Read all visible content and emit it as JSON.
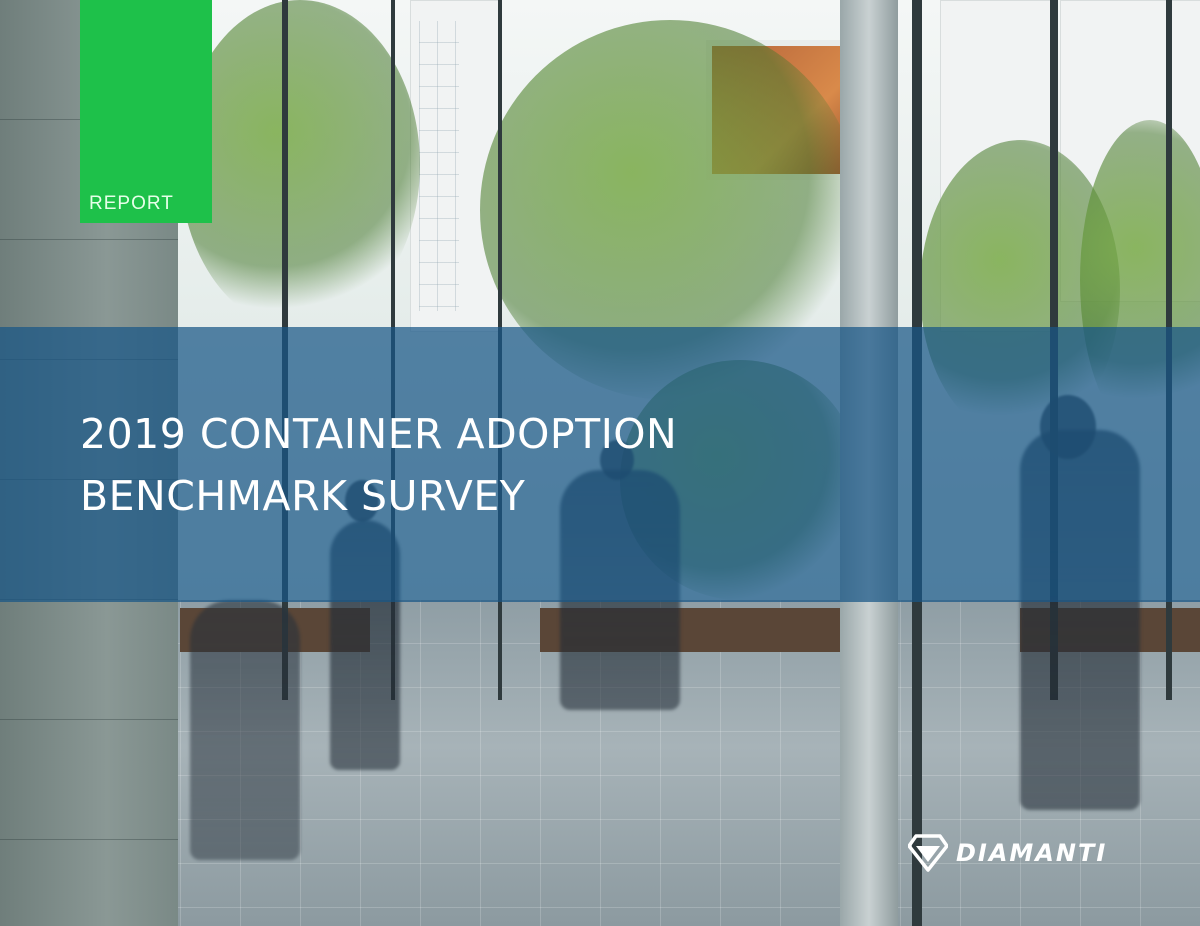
{
  "cover": {
    "tag_label": "REPORT",
    "title_line1": "2019 CONTAINER ADOPTION",
    "title_line2": "BENCHMARK SURVEY",
    "brand_name": "DIAMANTI"
  },
  "colors": {
    "accent_green": "#1ec14a",
    "title_band": "#175687",
    "text_white": "#ffffff"
  },
  "icons": {
    "brand_logo": "diamond-logo-icon"
  }
}
